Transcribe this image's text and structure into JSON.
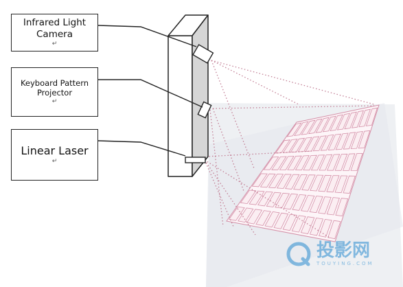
{
  "labels": {
    "camera": {
      "line1": "Infrared Light",
      "line2": "Camera",
      "mark": "↵"
    },
    "projector": {
      "line1": "Keyboard Pattern",
      "line2": "Projector",
      "mark": "↵"
    },
    "laser": {
      "line1": "Linear Laser",
      "mark": "↵"
    }
  },
  "watermark": {
    "text": "投影网",
    "sub": "TOUYING.COM"
  },
  "colors": {
    "outline": "#222222",
    "device_shade": "#d6d6d6",
    "beam": "#c27e94",
    "key_stroke": "#d490a8",
    "key_fill": "#fbeef2",
    "light_cone": "#eceef2",
    "watermark": "#2a8ccf"
  },
  "keyboard": {
    "rows": 6,
    "cols": 12
  }
}
